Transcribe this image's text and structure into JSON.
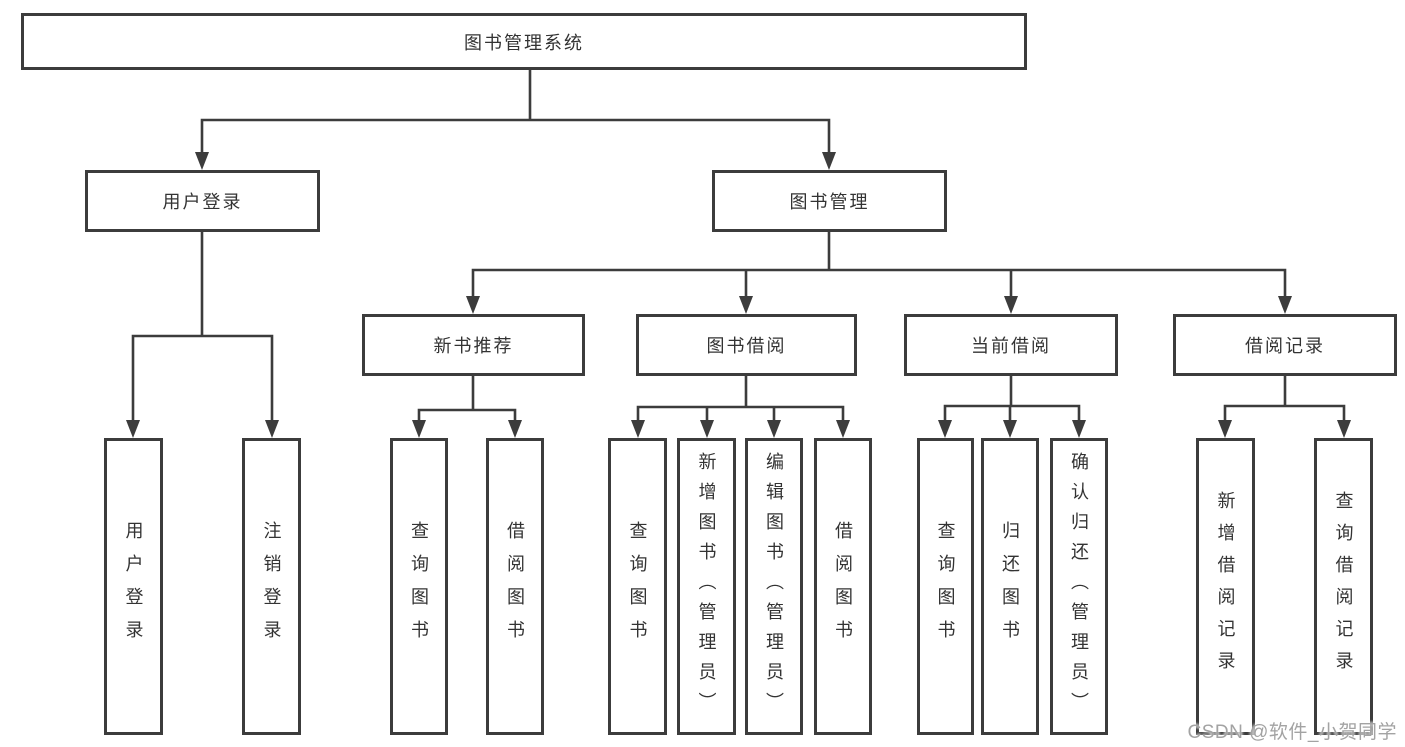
{
  "tree": {
    "label": "图书管理系统",
    "children": [
      {
        "label": "用户登录",
        "children": [
          {
            "label": "用户登录"
          },
          {
            "label": "注销登录"
          }
        ]
      },
      {
        "label": "图书管理",
        "children": [
          {
            "label": "新书推荐",
            "children": [
              {
                "label": "查询图书"
              },
              {
                "label": "借阅图书"
              }
            ]
          },
          {
            "label": "图书借阅",
            "children": [
              {
                "label": "查询图书"
              },
              {
                "label": "新增图书（管理员）"
              },
              {
                "label": "编辑图书（管理员）"
              },
              {
                "label": "借阅图书"
              }
            ]
          },
          {
            "label": "当前借阅",
            "children": [
              {
                "label": "查询图书"
              },
              {
                "label": "归还图书"
              },
              {
                "label": "确认归还（管理员）"
              }
            ]
          },
          {
            "label": "借阅记录",
            "children": [
              {
                "label": "新增借阅记录"
              },
              {
                "label": "查询借阅记录"
              }
            ]
          }
        ]
      }
    ]
  },
  "watermark": "CSDN @软件_小贺同学",
  "colors": {
    "line": "#3c3c3c",
    "box_border": "#3c3c3c",
    "text": "#333333",
    "background": "#ffffff",
    "watermark": "#a3a3a3"
  }
}
